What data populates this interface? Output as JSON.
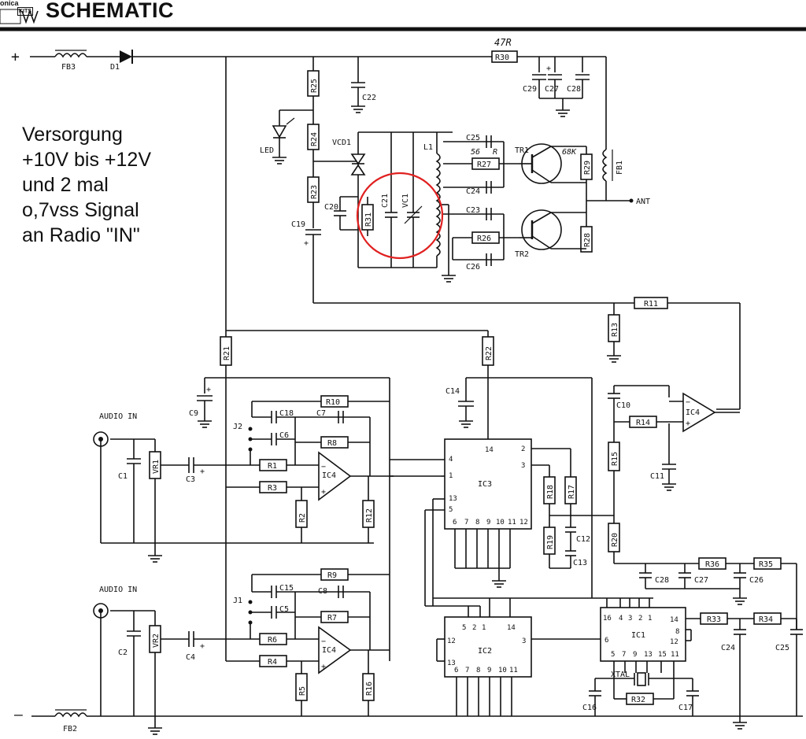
{
  "header": {
    "brand_line1": "onica",
    "brand_line2": "KITS",
    "title": "SCHEMATIC"
  },
  "note": {
    "lines": [
      "Versorgung",
      "+10V bis +12V",
      "und 2 mal",
      "o,7vss Signal",
      "an Radio \"IN\""
    ]
  },
  "handwritten": {
    "r30_value": "47R",
    "r27_value": "56",
    "r27_value2": "R",
    "r29_value": "68K"
  },
  "terminals": {
    "plus": "+",
    "minus": "—",
    "ant": "ANT",
    "audio_in_1": "AUDIO IN",
    "audio_in_2": "AUDIO IN"
  },
  "components": {
    "FB3": "FB3",
    "D1": "D1",
    "R30": "R30",
    "C29": "C29",
    "C27a": "C27",
    "C28a": "C28",
    "R25": "R25",
    "C22": "C22",
    "LED": "LED",
    "R24": "R24",
    "VCD1": "VCD1",
    "R23": "R23",
    "C19": "C19",
    "C20": "C20",
    "R31": "R31",
    "C21": "C21",
    "VC1": "VC1",
    "L1": "L1",
    "C25a": "C25",
    "R27": "R27",
    "C24a": "C24",
    "C23": "C23",
    "R26": "R26",
    "C26a": "C26",
    "TR1": "TR1",
    "TR2": "TR2",
    "R29": "R29",
    "R28": "R28",
    "FB1": "FB1",
    "R11": "R11",
    "R13": "R13",
    "R21": "R21",
    "R22": "R22",
    "C14": "C14",
    "C9": "C9",
    "R10": "R10",
    "C18": "C18",
    "C7": "C7",
    "C6": "C6",
    "R8": "R8",
    "J2": "J2",
    "R1": "R1",
    "R3": "R3",
    "IC4a": "IC4",
    "R2": "R2",
    "R12": "R12",
    "C1": "C1",
    "VR1": "VR1",
    "C3": "C3",
    "IC3": "IC3",
    "R18": "R18",
    "R17": "R17",
    "R19": "R19",
    "C12": "C12",
    "C13": "C13",
    "C10": "C10",
    "R14": "R14",
    "IC4b": "IC4",
    "C11": "C11",
    "R15": "R15",
    "R20": "R20",
    "R36": "R36",
    "R35": "R35",
    "C28b": "C28",
    "C27b": "C27",
    "C26b": "C26",
    "R9": "R9",
    "C15": "C15",
    "C8": "C8",
    "C5": "C5",
    "R7": "R7",
    "J1": "J1",
    "R6": "R6",
    "R4": "R4",
    "IC4c": "IC4",
    "R5": "R5",
    "R16": "R16",
    "C2": "C2",
    "VR2": "VR2",
    "C4": "C4",
    "IC2": "IC2",
    "IC1": "IC1",
    "R33": "R33",
    "R34": "R34",
    "C24b": "C24",
    "C25b": "C25",
    "XTAL": "XTAL",
    "C16": "C16",
    "R32": "R32",
    "C17": "C17",
    "FB2": "FB2"
  },
  "pins": {
    "ic3_left": [
      "4",
      "1",
      "13",
      "5"
    ],
    "ic3_top": "14",
    "ic3_right": [
      "2",
      "3"
    ],
    "ic3_bottom": [
      "6",
      "7",
      "8",
      "9",
      "10",
      "11",
      "12"
    ],
    "ic2_top": [
      "5",
      "2",
      "1",
      "14"
    ],
    "ic2_left": [
      "12",
      "13"
    ],
    "ic2_right": "3",
    "ic2_bottom": [
      "6",
      "7",
      "8",
      "9",
      "10",
      "11"
    ],
    "ic1_top": [
      "16",
      "4",
      "3",
      "2",
      "1"
    ],
    "ic1_right": [
      "14",
      "8",
      "12"
    ],
    "ic1_left": "6",
    "ic1_bottom": [
      "5",
      "7",
      "9",
      "13",
      "15",
      "11"
    ]
  },
  "colors": {
    "ink": "#111111",
    "highlight_circle": "#e02020",
    "paper": "#ffffff"
  }
}
